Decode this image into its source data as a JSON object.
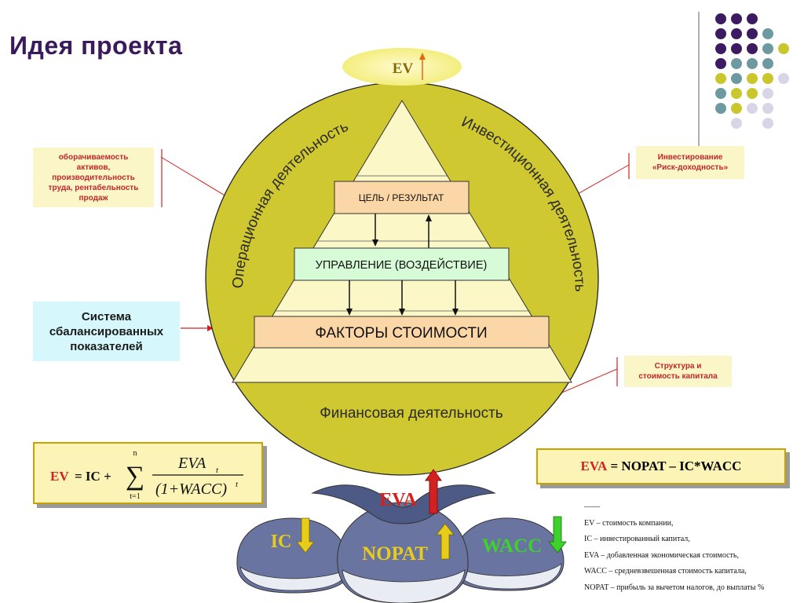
{
  "title": "Идея проекта",
  "ev_top": "EV",
  "arc_labels": {
    "operational": "Операционная деятельность",
    "investment": "Инвестиционная деятельность",
    "financial": "Финансовая деятельность"
  },
  "pyramid": {
    "goal": "ЦЕЛЬ / РЕЗУЛЬТАТ",
    "management": "УПРАВЛЕНИЕ (ВОЗДЕЙСТВИЕ)",
    "factors": "ФАКТОРЫ СТОИМОСТИ"
  },
  "side_boxes": {
    "operational_lines": [
      "оборачиваемость",
      "активов,",
      "производительность",
      "труда, рентабельность",
      "продаж"
    ],
    "investment_lines": [
      "Инвестирование",
      "«Риск-доходность»"
    ],
    "financial_lines": [
      "Структура и",
      "стоимость капитала"
    ],
    "bsc_lines": [
      "Система",
      "сбалансированных",
      "показателей"
    ]
  },
  "formula_ev": {
    "lhs": "EV",
    "equals": "= IC +",
    "sum_upper": "n",
    "sum_lower": "t=1",
    "numerator": "EVA",
    "numerator_sub": "t",
    "denominator": "(1+WACC)",
    "denominator_sup": "t"
  },
  "formula_eva": {
    "lhs": "EVA",
    "rhs": "= NOPAT – IC*WACC"
  },
  "whales": {
    "eva": "EVA",
    "ic": "IC",
    "nopat": "NOPAT",
    "wacc": "WACC"
  },
  "legend": {
    "rule": "——",
    "items": [
      "EV – стоимость компании,",
      "IC – инвестированный капитал,",
      "EVA – добавленная экономическая стоимость,",
      "WACC – средневзвешенная стоимость капитала,",
      "NOPAT – прибыль за вычетом налогов, до выплаты %"
    ]
  },
  "colors": {
    "title": "#3b1a5c",
    "circle": "#cfc830",
    "pyramid": "#fbf7c6",
    "goal_box": "#fbd6a6",
    "management_box": "#d6fbd6",
    "factors_box": "#fbd6a6",
    "accent_red": "#d42020",
    "arrow_yellow": "#e8cc1a",
    "arrow_green": "#3cd22a",
    "whale_body": "#6a74a0"
  },
  "dots": {
    "purple": "#3d1b63",
    "teal": "#6d9aa0",
    "olive": "#c9c72c",
    "lavender": "#d8d6e6"
  }
}
